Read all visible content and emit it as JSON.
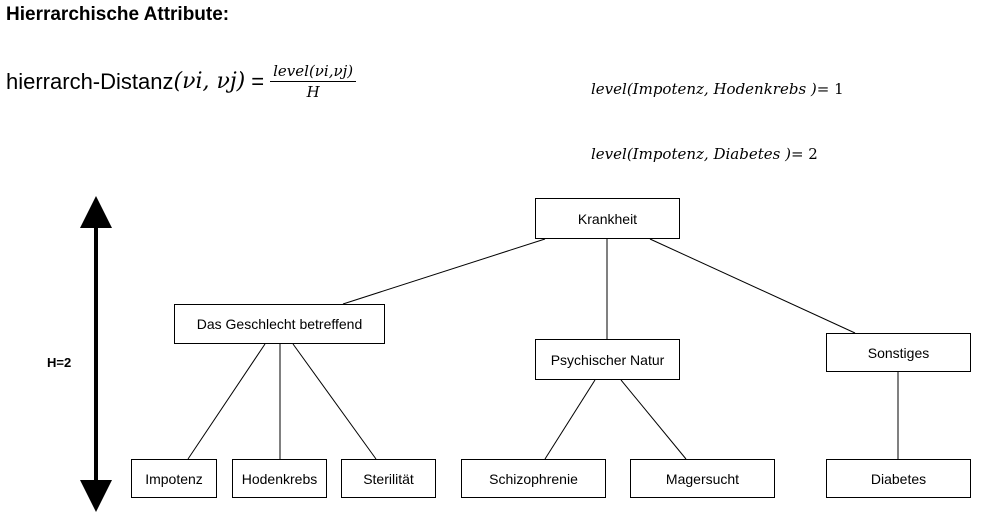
{
  "heading": "Hierrarchische Attribute:",
  "formula": {
    "lhs_text": "hierrarch-Distanz",
    "lhs_args": "(νi, νj)",
    "equals": "=",
    "numerator": "level(νi,νj)",
    "denominator": "H"
  },
  "examples": [
    {
      "expr": "level(Impotenz, Hodenkrebs )",
      "value": "= 1"
    },
    {
      "expr": "level(Impotenz, Diabetes )",
      "value": "= 2"
    }
  ],
  "height_label": "H=2",
  "tree": {
    "root": "Krankheit",
    "level1": [
      "Das Geschlecht betreffend",
      "Psychischer Natur",
      "Sonstiges"
    ],
    "level2": [
      "Impotenz",
      "Hodenkrebs",
      "Sterilität",
      "Schizophrenie",
      "Magersucht",
      "Diabetes"
    ]
  }
}
